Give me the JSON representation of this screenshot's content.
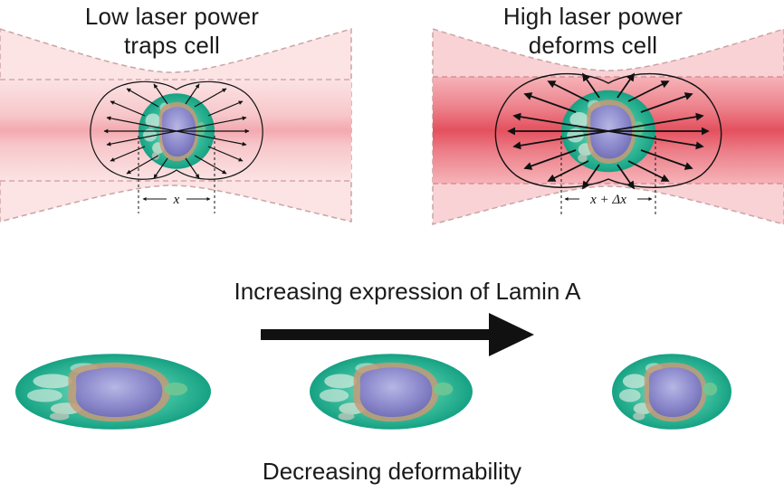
{
  "panels": {
    "left": {
      "title_line1": "Low laser power",
      "title_line2": "traps cell",
      "measure_label": "x"
    },
    "right": {
      "title_line1": "High laser power",
      "title_line2": "deforms cell",
      "measure_label": "x + Δx"
    }
  },
  "arrow_caption": "Increasing expression of Lamin A",
  "bottom_caption": "Decreasing deformability",
  "colors": {
    "beam_light": "#f4b9bd",
    "beam_strong": "#e2505e",
    "cytoplasm": "#1fae8e",
    "nucleus": "#8f8ccc",
    "lamina": "#c49a7a"
  }
}
